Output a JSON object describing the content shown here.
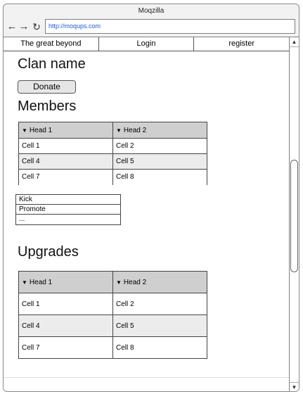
{
  "browser": {
    "title": "Moqzilla",
    "url": "http://moqups.com",
    "icons": [
      "back-arrow-icon",
      "forward-arrow-icon",
      "reload-icon"
    ]
  },
  "menu": {
    "items": [
      {
        "label": "The great beyond"
      },
      {
        "label": "Login"
      },
      {
        "label": "register"
      }
    ]
  },
  "page": {
    "clan_title": "Clan name",
    "donate_label": "Donate",
    "members_title": "Members",
    "upgrades_title": "Upgrades"
  },
  "members_table": {
    "headers": [
      "Head 1",
      "Head 2"
    ],
    "rows": [
      [
        "Cell 1",
        "Cell 2"
      ],
      [
        "Cell 4",
        "Cell 5"
      ],
      [
        "Cell 7",
        "Cell 8"
      ]
    ]
  },
  "member_actions": {
    "items": [
      "Kick",
      "Promote",
      "..."
    ]
  },
  "upgrades_table": {
    "headers": [
      "Head 1",
      "Head 2"
    ],
    "rows": [
      [
        "Cell 1",
        "Cell 2"
      ],
      [
        "Cell 4",
        "Cell 5"
      ],
      [
        "Cell 7",
        "Cell 8"
      ]
    ]
  },
  "colors": {
    "header_bg": "#cfcfcf",
    "alt_row_bg": "#ececec",
    "url_text": "#1e5bd1"
  }
}
